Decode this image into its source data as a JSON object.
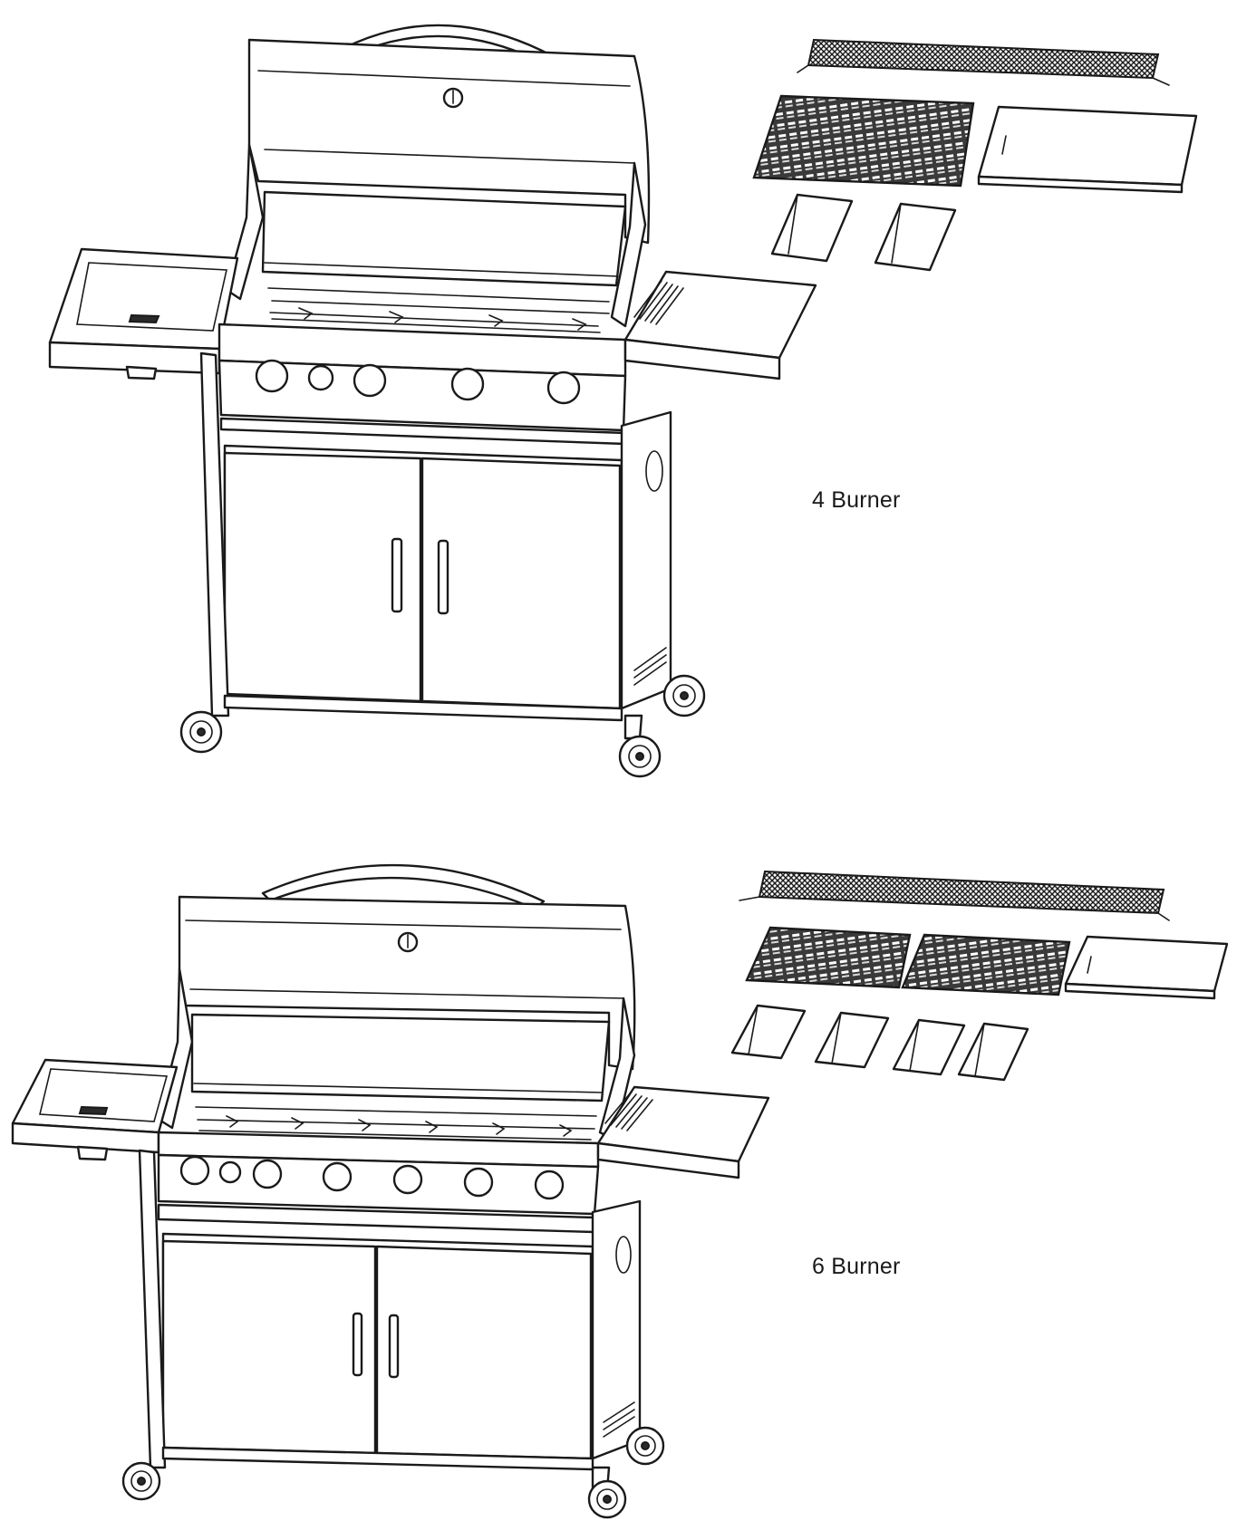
{
  "variants": [
    {
      "label": "4 Burner",
      "knobs": 5,
      "grates": 1,
      "flavorizer_bars": 2
    },
    {
      "label": "6 Burner",
      "knobs": 7,
      "grates": 2,
      "flavorizer_bars": 4
    }
  ],
  "colors": {
    "line": "#1a1a1a",
    "background": "#ffffff"
  }
}
